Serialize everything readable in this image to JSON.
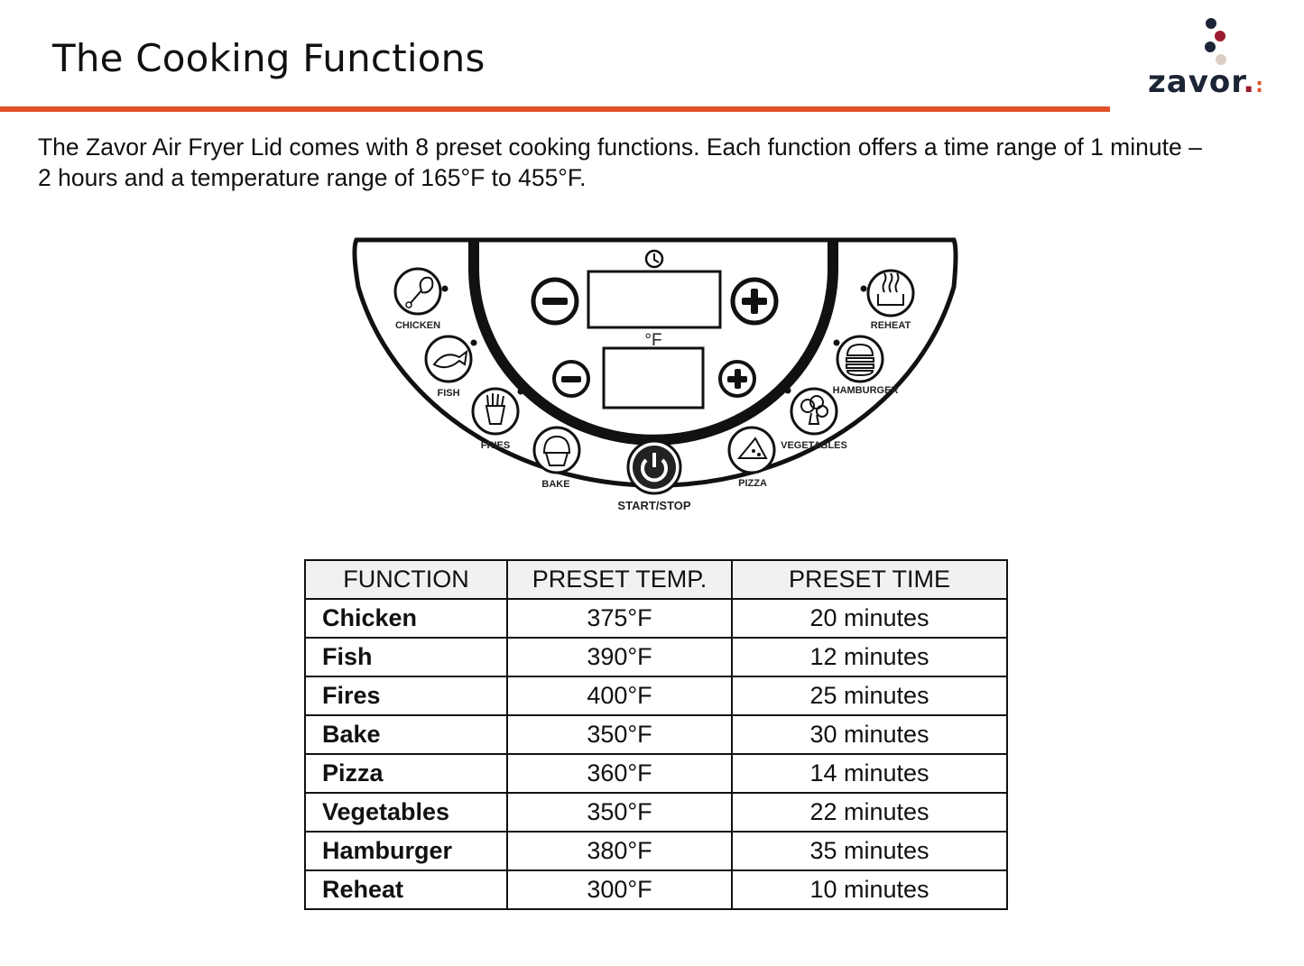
{
  "slide": {
    "title": "The Cooking Functions",
    "accent_color": "#e0532a",
    "intro": "The Zavor Air Fryer Lid comes with 8 preset cooking functions. Each function offers a time range of 1 minute – 2 hours and a temperature range of 165°F to 455°F."
  },
  "logo": {
    "text": "zavor",
    "period": ".",
    "brand_color": "#1c2535",
    "dot_colors": [
      "#1c2535",
      "#9c1b2e",
      "#d9cfc4"
    ]
  },
  "panel": {
    "buttons": [
      "CHICKEN",
      "FISH",
      "FRIES",
      "BAKE",
      "START/STOP",
      "PIZZA",
      "VEGETABLES",
      "HAMBURGER",
      "REHEAT"
    ],
    "temp_unit": "°F",
    "icons": [
      "clock-icon",
      "minus-icon",
      "plus-icon",
      "power-icon"
    ]
  },
  "table": {
    "headers": [
      "FUNCTION",
      "PRESET TEMP.",
      "PRESET TIME"
    ],
    "rows": [
      [
        "Chicken",
        "375°F",
        "20 minutes"
      ],
      [
        "Fish",
        "390°F",
        "12 minutes"
      ],
      [
        "Fires",
        "400°F",
        "25 minutes"
      ],
      [
        "Bake",
        "350°F",
        "30 minutes"
      ],
      [
        "Pizza",
        "360°F",
        "14 minutes"
      ],
      [
        "Vegetables",
        "350°F",
        "22 minutes"
      ],
      [
        "Hamburger",
        "380°F",
        "35 minutes"
      ],
      [
        "Reheat",
        "300°F",
        "10 minutes"
      ]
    ]
  }
}
